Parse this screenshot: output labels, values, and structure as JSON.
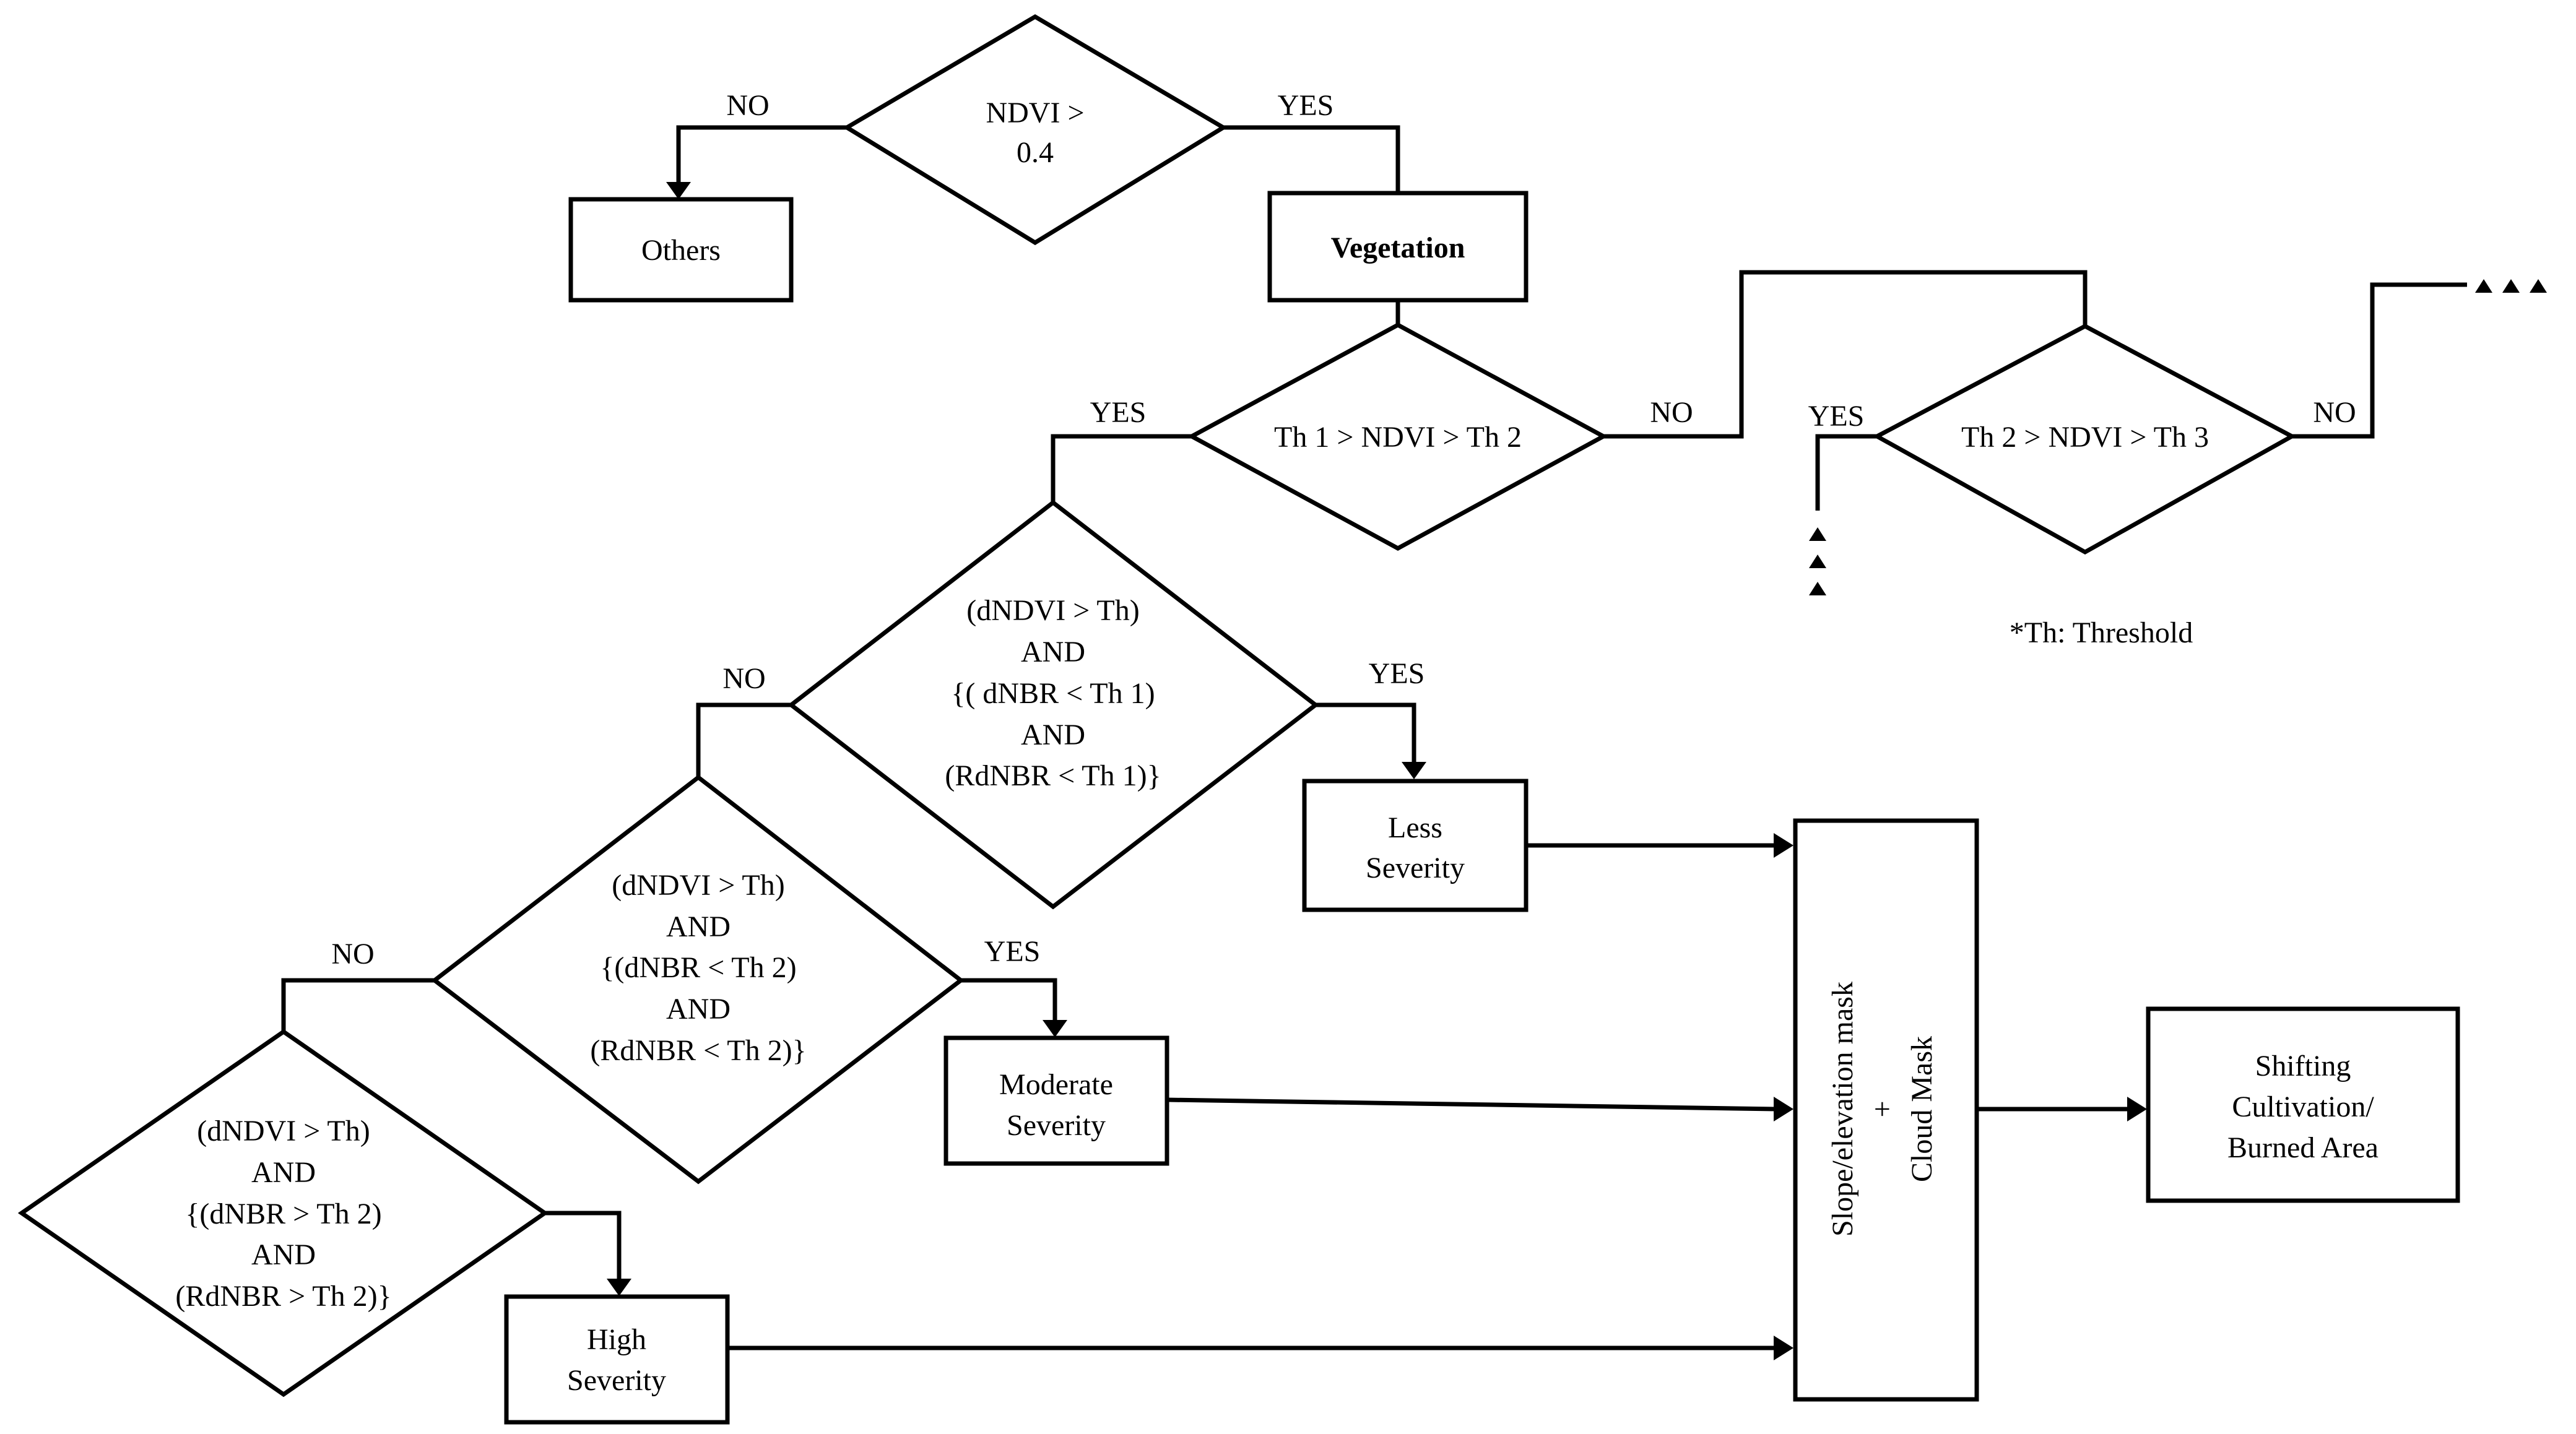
{
  "decision_1": {
    "lines": [
      "NDVI >",
      "0.4"
    ]
  },
  "others": {
    "label": "Others"
  },
  "vegetation": {
    "label": "Vegetation"
  },
  "decision_2": {
    "label": "Th 1 > NDVI > Th 2"
  },
  "decision_3": {
    "label": "Th 2 > NDVI > Th 3"
  },
  "decision_4": {
    "lines": [
      "(dNDVI > Th)",
      "AND",
      "{( dNBR < Th 1)",
      "AND",
      "(RdNBR < Th 1)}"
    ]
  },
  "decision_5": {
    "lines": [
      "(dNDVI > Th)",
      "AND",
      "{(dNBR < Th 2)",
      "AND",
      "(RdNBR < Th 2)}"
    ]
  },
  "decision_6": {
    "lines": [
      "(dNDVI > Th)",
      "AND",
      "{(dNBR > Th 2)",
      "AND",
      "(RdNBR > Th 2)}"
    ]
  },
  "less_severity": {
    "lines": [
      "Less",
      "Severity"
    ]
  },
  "moderate_severity": {
    "lines": [
      "Moderate",
      "Severity"
    ]
  },
  "high_severity": {
    "lines": [
      "High",
      "Severity"
    ]
  },
  "mask_box": {
    "lines": [
      "Slope/elevation mask",
      "+",
      "Cloud Mask"
    ]
  },
  "output": {
    "lines": [
      "Shifting",
      "Cultivation/",
      "Burned Area"
    ]
  },
  "note": "*Th: Threshold",
  "branch_labels": {
    "yes": "YES",
    "no": "NO"
  }
}
